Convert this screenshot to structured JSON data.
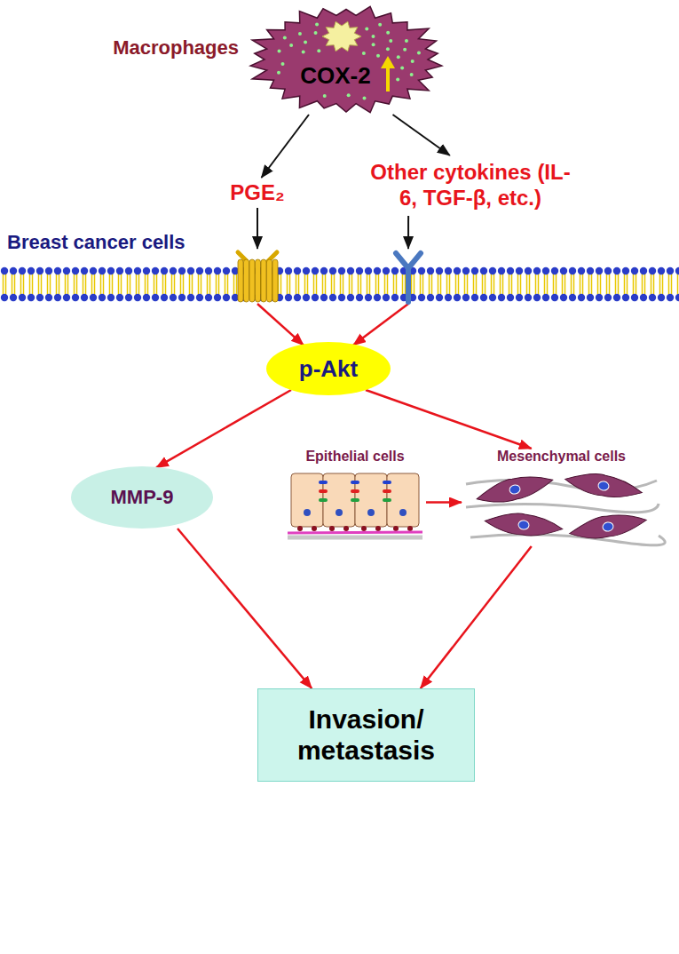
{
  "diagram": {
    "nodes": [
      {
        "text": [
          "Macrophages",
          "COX-2"
        ]
      },
      {
        "text": [
          "PGE₂"
        ]
      },
      {
        "text": [
          "Other cytokines (IL-6, TGF-β, etc.)"
        ]
      },
      {
        "text": [
          "Breast cancer cells"
        ]
      },
      {
        "text": [
          "p-Akt"
        ]
      },
      {
        "text": [
          "MMP-9"
        ]
      },
      {
        "text": [
          "Epithelial cells"
        ]
      },
      {
        "text": [
          "Mesenchymal cells"
        ]
      },
      {
        "text": [
          "Invasion/ metastasis"
        ]
      }
    ],
    "edges": [
      {
        "from": 0,
        "to": 1,
        "arrow": "to"
      },
      {
        "from": 0,
        "to": 2,
        "arrow": "to"
      },
      {
        "from": 1,
        "to": 3,
        "arrow": "to"
      },
      {
        "from": 2,
        "to": 3,
        "arrow": "to"
      },
      {
        "from": 3,
        "to": 4,
        "arrow": "to"
      },
      {
        "from": 3,
        "to": 4,
        "arrow": "to"
      },
      {
        "from": 4,
        "to": 5,
        "arrow": "to"
      },
      {
        "from": 4,
        "to": 7,
        "arrow": "to"
      },
      {
        "from": 6,
        "to": 7,
        "arrow": "to"
      },
      {
        "from": 5,
        "to": 8,
        "arrow": "to"
      },
      {
        "from": 7,
        "to": 8,
        "arrow": "to"
      }
    ]
  }
}
